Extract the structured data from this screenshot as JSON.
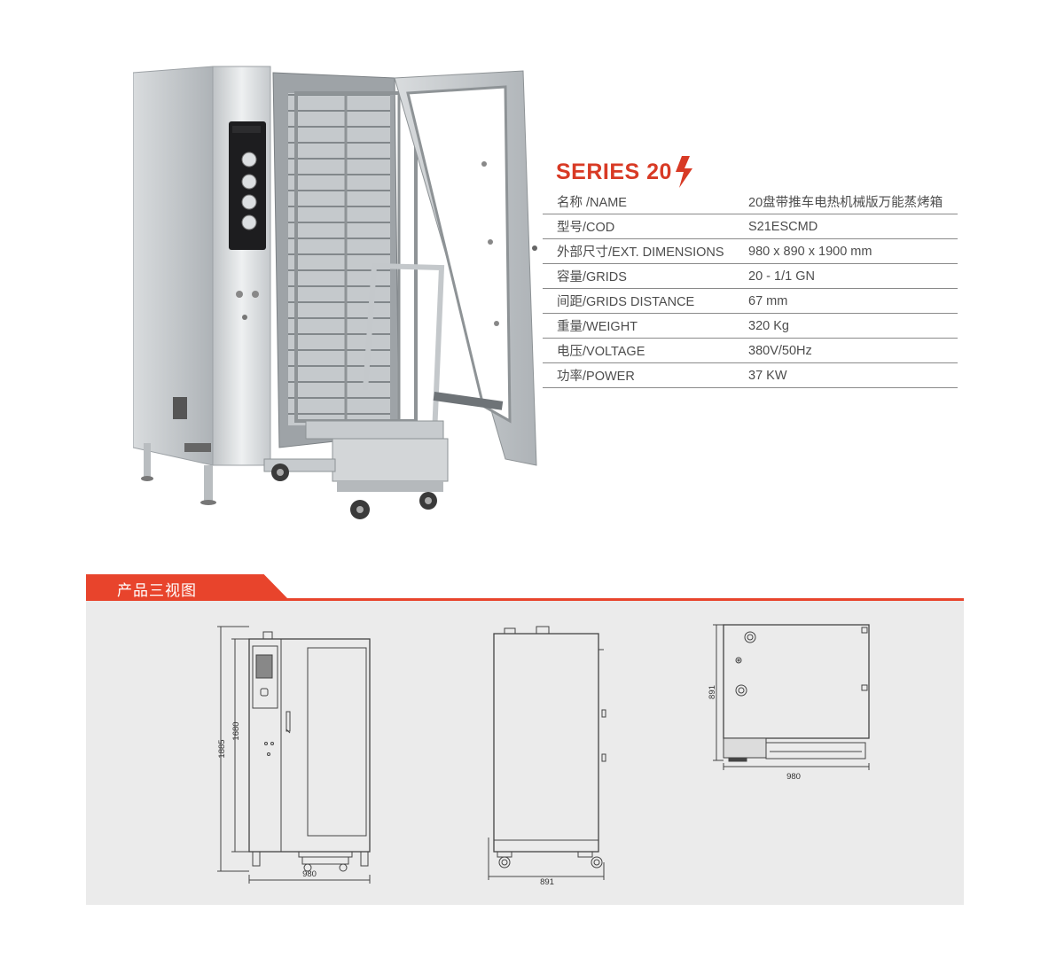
{
  "series": {
    "title": "SERIES 20",
    "accent_color": "#d83a25",
    "icon": "lightning-bolt-icon"
  },
  "specs": [
    {
      "label": "名称 /NAME",
      "value": "20盘带推车电热机械版万能蒸烤箱"
    },
    {
      "label": "型号/COD",
      "value": "S21ESCMD"
    },
    {
      "label": "外部尺寸/EXT. DIMENSIONS",
      "value": "980 x 890 x 1900 mm"
    },
    {
      "label": "容量/GRIDS",
      "value": "20 - 1/1 GN"
    },
    {
      "label": "间距/GRIDS DISTANCE",
      "value": "67 mm"
    },
    {
      "label": "重量/WEIGHT",
      "value": "320 Kg"
    },
    {
      "label": "电压/VOLTAGE",
      "value": "380V/50Hz"
    },
    {
      "label": "功率/POWER",
      "value": "37 KW"
    }
  ],
  "section": {
    "title": "产品三视图",
    "banner_color": "#e8442c"
  },
  "drawings": {
    "front": {
      "height_total": "1885",
      "height_body": "1680",
      "width": "980"
    },
    "side": {
      "depth": "891"
    },
    "top": {
      "depth": "891",
      "width": "980"
    }
  }
}
